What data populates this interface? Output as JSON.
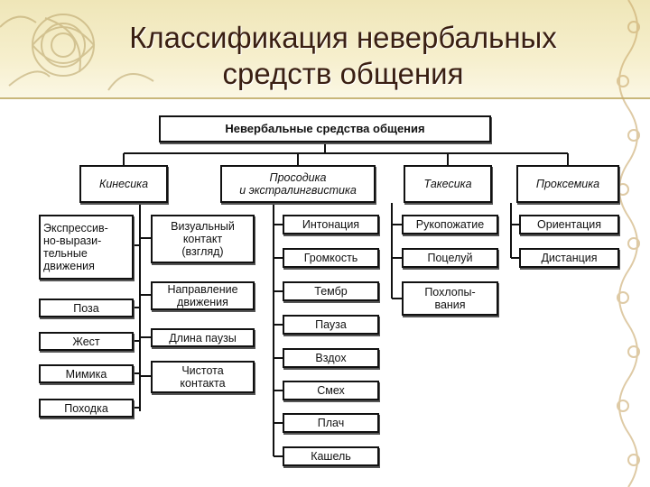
{
  "title": {
    "line1": "Классификация невербальных",
    "line2": "средств общения"
  },
  "diagram": {
    "root": "Невербальные средства общения",
    "categories": {
      "kinesics": "Кинесика",
      "prosody": "Просодика\nи экстралингвистика",
      "takesics": "Такесика",
      "proxemics": "Проксемика"
    },
    "kinesics_col1": [
      "Экспрессив-\nно-вырази-\nтельные\nдвижения",
      "Поза",
      "Жест",
      "Мимика",
      "Походка"
    ],
    "kinesics_col2": [
      "Визуальный\nконтакт\n(взгляд)",
      "Направление\nдвижения",
      "Длина паузы",
      "Чистота\nконтакта"
    ],
    "prosody_items": [
      "Интонация",
      "Громкость",
      "Тембр",
      "Пауза",
      "Вздох",
      "Смех",
      "Плач",
      "Кашель"
    ],
    "takesics_items": [
      "Рукопожатие",
      "Поцелуй",
      "Похлопы-\nвания"
    ],
    "proxemics_items": [
      "Ориентация",
      "Дистанция"
    ]
  },
  "decor": {
    "banner_color": "#efe6b8",
    "rose_color": "#b8a166",
    "ornament_color": "#c9a86a",
    "title_color": "#3a1f12"
  }
}
